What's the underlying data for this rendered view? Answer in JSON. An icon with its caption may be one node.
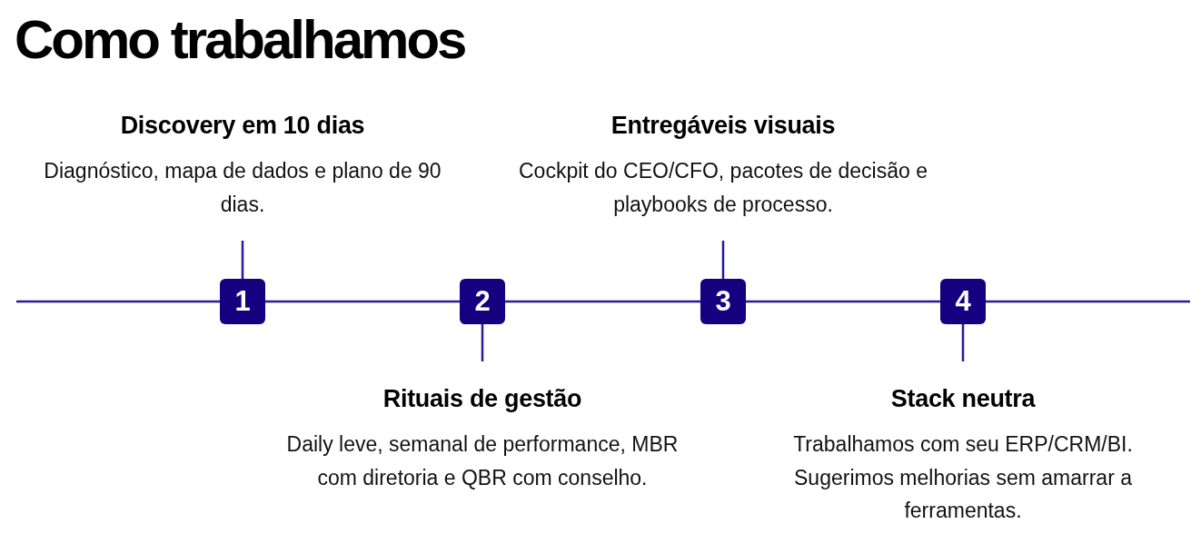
{
  "diagram": {
    "title": "Como trabalhamos",
    "nodes": [
      {
        "text": [
          "1"
        ]
      },
      {
        "text": [
          "Discovery em 10 dias",
          "Diagnóstico, mapa de dados e plano de 90 dias."
        ]
      },
      {
        "text": [
          "2"
        ]
      },
      {
        "text": [
          "Rituais de gestão",
          "Daily leve, semanal de performance, MBR com diretoria e QBR com conselho."
        ]
      },
      {
        "text": [
          "3"
        ]
      },
      {
        "text": [
          "Entregáveis visuais",
          "Cockpit do CEO/CFO, pacotes de decisão e playbooks de processo."
        ]
      },
      {
        "text": [
          "4"
        ]
      },
      {
        "text": [
          "Stack neutra",
          "Trabalhamos com seu ERP/CRM/BI. Sugerimos melhorias sem amarrar a ferramentas."
        ]
      }
    ],
    "edges": [
      {
        "from": null,
        "to": 0,
        "arrow": "none"
      },
      {
        "from": 0,
        "to": 1,
        "arrow": "none"
      },
      {
        "from": 0,
        "to": 2,
        "arrow": "none"
      },
      {
        "from": 2,
        "to": 3,
        "arrow": "none"
      },
      {
        "from": 2,
        "to": 4,
        "arrow": "none"
      },
      {
        "from": 4,
        "to": 5,
        "arrow": "none"
      },
      {
        "from": 4,
        "to": 6,
        "arrow": "none"
      },
      {
        "from": 6,
        "to": 7,
        "arrow": "none"
      },
      {
        "from": 6,
        "to": null,
        "arrow": "none"
      }
    ]
  }
}
